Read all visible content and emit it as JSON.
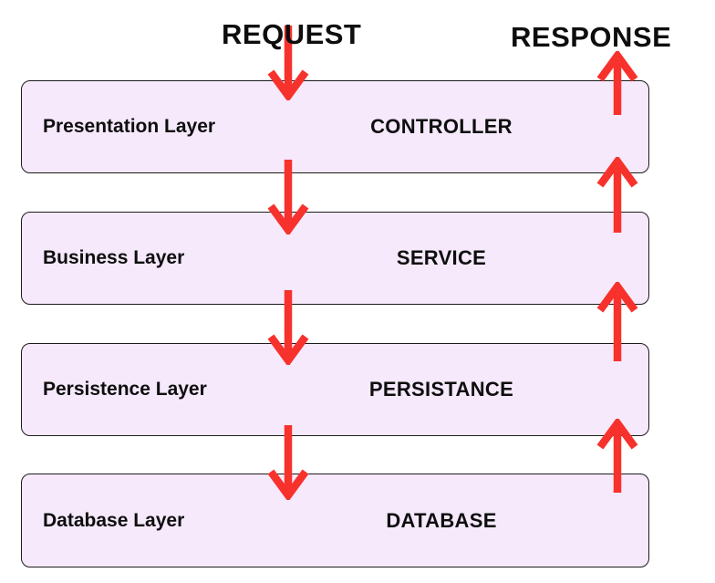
{
  "flow": {
    "request_label": "REQUEST",
    "response_label": "RESPONSE"
  },
  "layers": [
    {
      "name": "Presentation Layer",
      "component": "CONTROLLER"
    },
    {
      "name": "Business Layer",
      "component": "SERVICE"
    },
    {
      "name": "Persistence Layer",
      "component": "PERSISTANCE"
    },
    {
      "name": "Database Layer",
      "component": "DATABASE"
    }
  ],
  "colors": {
    "arrow": "#f7322c",
    "box_fill": "#f5e9fb",
    "box_border": "#1c1c1c",
    "text": "#0e0e0e",
    "background": "#ffffff"
  }
}
